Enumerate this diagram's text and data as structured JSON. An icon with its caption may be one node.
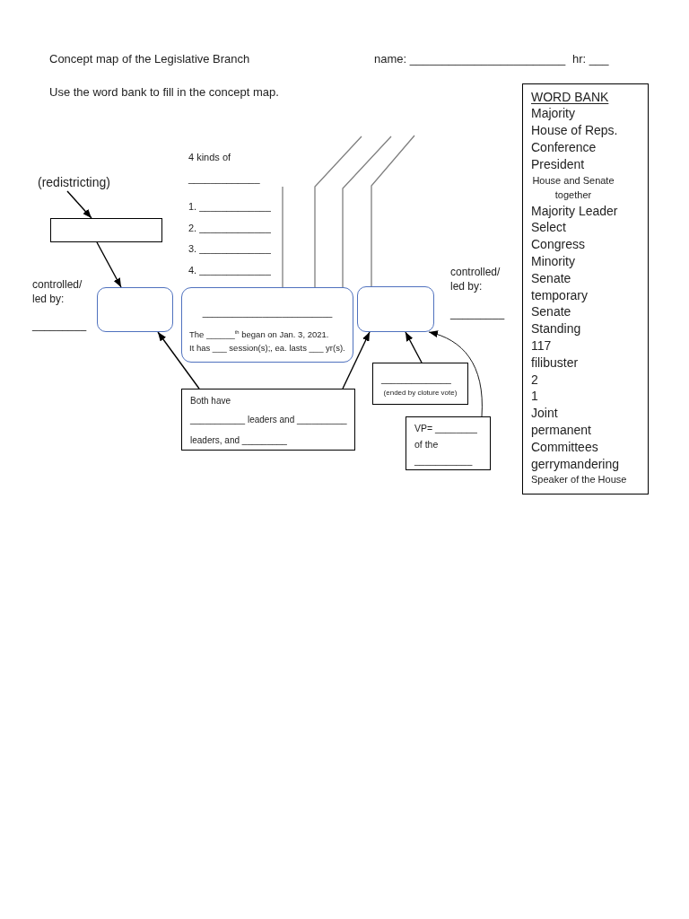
{
  "diagram": {
    "title": "Concept map of the Legislative Branch",
    "nodes": [
      {
        "text": [
          "(redistricting)"
        ]
      },
      {
        "text": [],
        "shape": "box"
      },
      {
        "text": [],
        "shape": "box"
      },
      {
        "text": [
          "__________________________",
          "The ______$^{th}$ began on Jan. 3, 2021.",
          "It has ___ session(s);, ea. lasts ___ yr(s)."
        ]
      },
      {
        "text": [],
        "shape": "box"
      },
      {
        "text": [
          "Both have",
          "___________ leaders and __________",
          "leaders, and _________"
        ]
      },
      {
        "text": [
          "______________",
          "(ended by cloture vote)"
        ]
      },
      {
        "text": [
          "VP= ________ of the ___________"
        ]
      },
      {
        "text": [
          "WORD BANK",
          "Majority",
          "House of Reps.",
          "Conference",
          "President",
          "House and Senate together",
          "Majority Leader",
          "Select",
          "Congress",
          "Minority",
          "Senate",
          "temporary",
          "Senate",
          "Standing",
          "117",
          "filibuster",
          "2",
          "1",
          "Joint",
          "permanent",
          "Committees",
          "gerrymandering",
          "Speaker of the House"
        ]
      }
    ],
    "edges": [
      {
        "from": 0,
        "to": 1,
        "arrow": "to"
      },
      {
        "from": 1,
        "to": 2,
        "arrow": "to"
      },
      {
        "from": 5,
        "to": 2,
        "arrow": "to"
      },
      {
        "from": 5,
        "to": 4,
        "arrow": "to"
      },
      {
        "from": 6,
        "to": 4,
        "arrow": "to"
      },
      {
        "from": 7,
        "to": 4,
        "arrow": "to"
      },
      {
        "from": 3,
        "to": null,
        "arrow": "none",
        "color": "#7f7f7f"
      },
      {
        "from": 3,
        "to": null,
        "arrow": "none",
        "color": "#7f7f7f"
      },
      {
        "from": 3,
        "to": null,
        "arrow": "none",
        "color": "#7f7f7f"
      },
      {
        "from": 4,
        "to": null,
        "arrow": "none",
        "color": "#7f7f7f"
      }
    ],
    "labels": [
      "name: ________________________",
      "hr: ___",
      "Use the word bank to fill in the concept map.",
      "4 kinds of",
      "_____________",
      "1. _____________",
      "2. _____________",
      "3. _____________",
      "4. _____________",
      "controlled/ led by:",
      "_________",
      "controlled/ led by:",
      "_________"
    ]
  }
}
